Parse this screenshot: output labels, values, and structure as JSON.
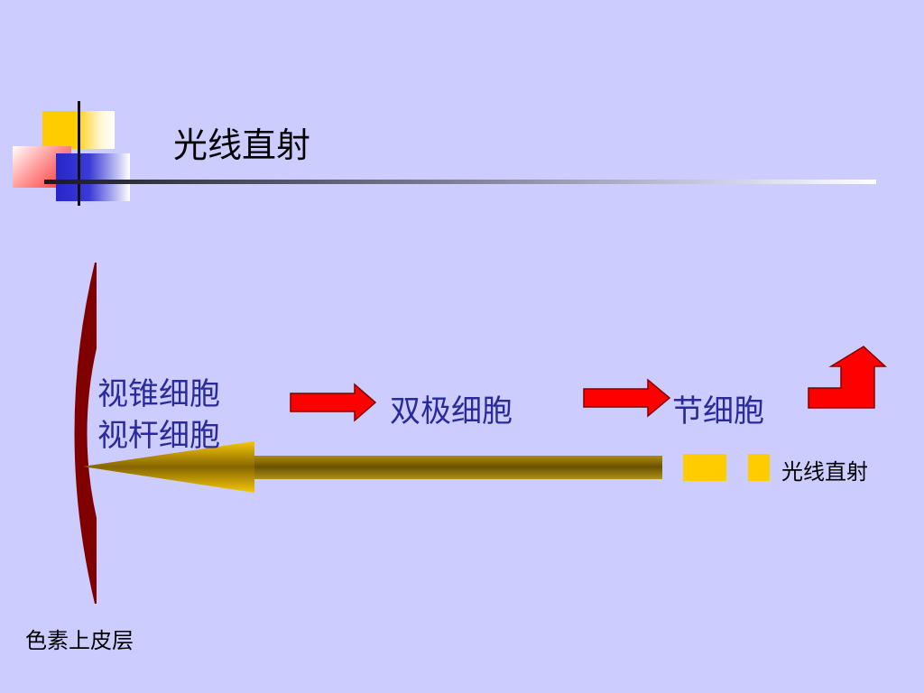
{
  "slide": {
    "title": "光线直射"
  },
  "diagram": {
    "layer1_line1": "视锥细胞",
    "layer1_line2": "视杆细胞",
    "layer2": "双极细胞",
    "layer3": "节细胞",
    "light_label": "光线直射",
    "epithelium_label": "色素上皮层"
  },
  "colors": {
    "background": "#ccccff",
    "label_text": "#2a2a9a",
    "signal_arrow": "#ff0000",
    "light_arrow": "#d4a800",
    "light_dashes": "#ffcc00",
    "epithelium": "#800000"
  },
  "icons": {
    "signal_arrow": "right-arrow-icon",
    "signal_exit": "bent-up-arrow-icon",
    "light": "left-arrow-icon"
  }
}
